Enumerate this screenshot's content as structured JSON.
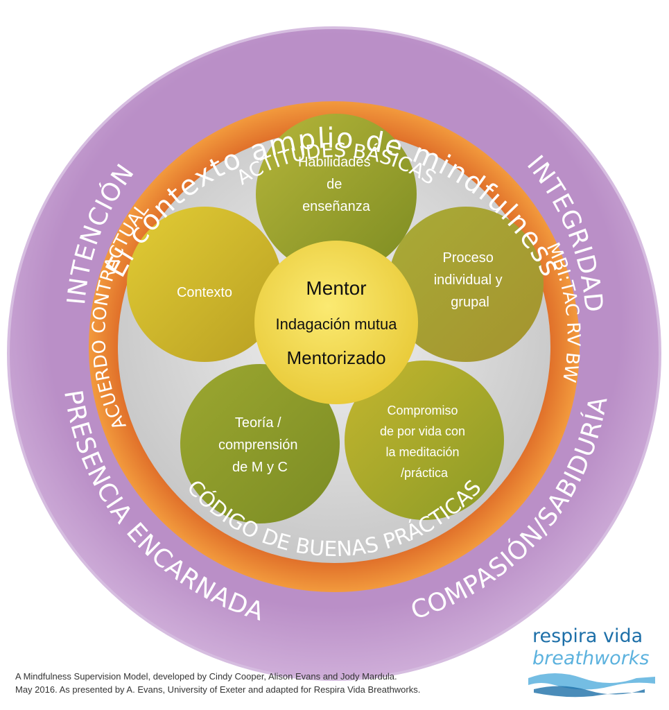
{
  "outer_ring": {
    "top": "El contexto amplio de mindfulness",
    "left": "INTENCIÓN",
    "right": "INTEGRIDAD",
    "bottom_left": "PRESENCIA ENCARNADA",
    "bottom_right": "COMPASIÓN/SABIDURÍA"
  },
  "middle_ring": {
    "top": "ACTITUDES BÁSICAS",
    "left": "ACUERDO CONTRACTUAL",
    "right": "MBI:TAC RV BW",
    "bottom": "CÓDIGO DE BUENAS PRÁCTICAS"
  },
  "petals": {
    "top": [
      "Habilidades",
      "de",
      "enseñanza"
    ],
    "left": [
      "Contexto"
    ],
    "right": [
      "Proceso",
      "individual y",
      "grupal"
    ],
    "bottom_left": [
      "Teoría /",
      "comprensión",
      "de M y C"
    ],
    "bottom_right": [
      "Compromiso",
      "de por vida con",
      "la meditación",
      "/práctica"
    ]
  },
  "center": {
    "line1": "Mentor",
    "line2": "Indagación mutua",
    "line3": "Mentorizado"
  },
  "credits": {
    "line1": "A Mindfulness Supervision Model, developed by Cindy Cooper, Alison Evans and Jody Mardula.",
    "line2": "May 2016. As presented by A. Evans, University of Exeter and adapted for Respira Vida Breathworks."
  },
  "logo": {
    "line1": "respira vida",
    "line2": "breathworks"
  },
  "colors": {
    "outer_ring": "#c59ed0",
    "middle_ring": "#ea8431",
    "inner_field": "#d8d8d8",
    "petal_green": "#8f9a2a",
    "petal_yellow": "#d7c42b",
    "center": "#f5e05a",
    "logo_dark": "#1d6fa8",
    "logo_light": "#5cb2de"
  }
}
